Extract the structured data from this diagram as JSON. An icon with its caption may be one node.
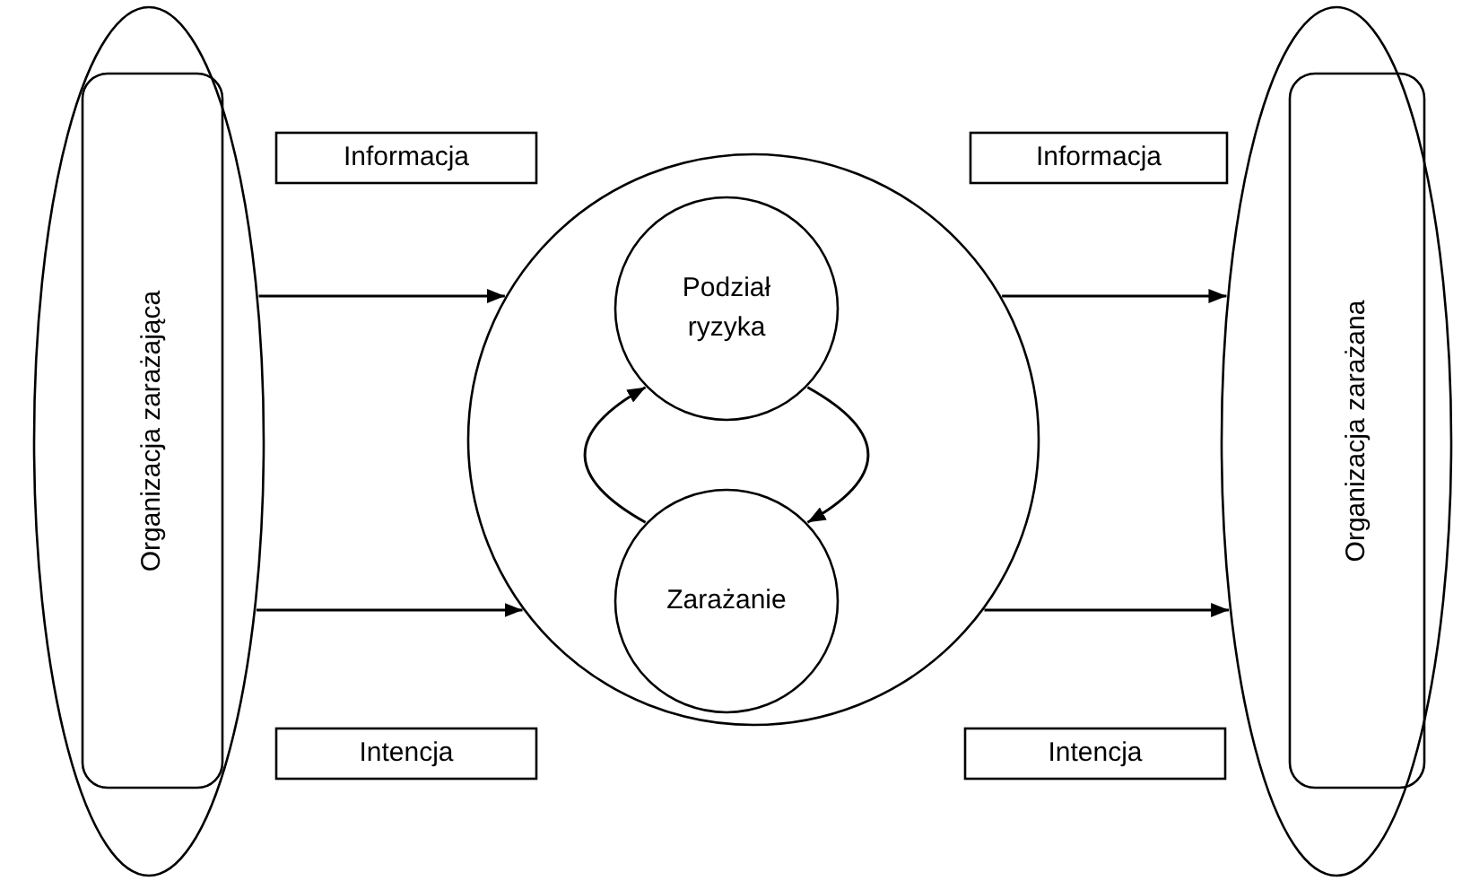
{
  "diagram": {
    "nodes": [
      {
        "text": [],
        "shape": "ellipse"
      },
      {
        "text": [
          "Organizacja zarażająca"
        ],
        "in": 0
      },
      {
        "text": [
          "Informacja"
        ]
      },
      {
        "text": [
          "Intencja"
        ]
      },
      {
        "text": [],
        "shape": "circle"
      },
      {
        "text": [
          "Podział ryzyka"
        ],
        "in": 4
      },
      {
        "text": [
          "Zarażanie"
        ],
        "in": 4
      },
      {
        "text": [
          "Informacja"
        ]
      },
      {
        "text": [
          "Intencja"
        ]
      },
      {
        "text": [],
        "shape": "ellipse"
      },
      {
        "text": [
          "Organizacja zarażana"
        ],
        "in": 9
      }
    ],
    "edges": [
      {
        "from": 0,
        "to": 4,
        "arrow": "to"
      },
      {
        "from": 0,
        "to": 4,
        "arrow": "to"
      },
      {
        "from": 5,
        "to": 6,
        "arrow": "to"
      },
      {
        "from": 6,
        "to": 5,
        "arrow": "to"
      },
      {
        "from": 4,
        "to": 9,
        "arrow": "to"
      },
      {
        "from": 4,
        "to": 9,
        "arrow": "to"
      }
    ]
  }
}
